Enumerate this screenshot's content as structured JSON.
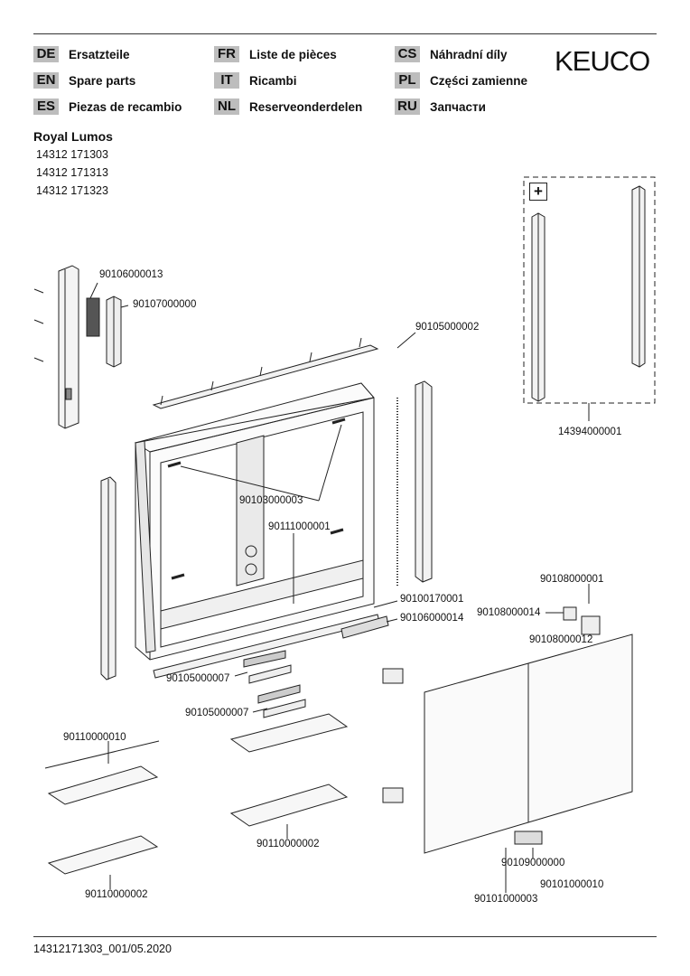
{
  "brand": "KEUCO",
  "languages": [
    {
      "code": "DE",
      "label": "Ersatzteile"
    },
    {
      "code": "EN",
      "label": "Spare parts"
    },
    {
      "code": "ES",
      "label": "Piezas de recambio"
    },
    {
      "code": "FR",
      "label": "Liste de pièces"
    },
    {
      "code": "IT",
      "label": "Ricambi"
    },
    {
      "code": "NL",
      "label": "Reserveonderdelen"
    },
    {
      "code": "CS",
      "label": "Náhradní díly"
    },
    {
      "code": "PL",
      "label": "Części zamienne"
    },
    {
      "code": "RU",
      "label": "Запчасти"
    }
  ],
  "product": {
    "name": "Royal Lumos",
    "models": [
      "14312 171303",
      "14312 171313",
      "14312 171323"
    ]
  },
  "optional_box_icon": "plus-icon",
  "parts": {
    "p1": "90106000013",
    "p2": "90107000000",
    "p3": "90105000002",
    "p4": "14394000001",
    "p5": "90103000003",
    "p6": "90111000001",
    "p7": "90100170001",
    "p8": "90106000014",
    "p9": "90108000001",
    "p10": "90108000014",
    "p11": "90108000012",
    "p12": "90105000007",
    "p13": "90105000007",
    "p14": "90110000010",
    "p15": "90110000002",
    "p16": "90110000002",
    "p17": "90109000000",
    "p18": "90101000010",
    "p19": "90101000003"
  },
  "footer": "14312171303_001/05.2020"
}
